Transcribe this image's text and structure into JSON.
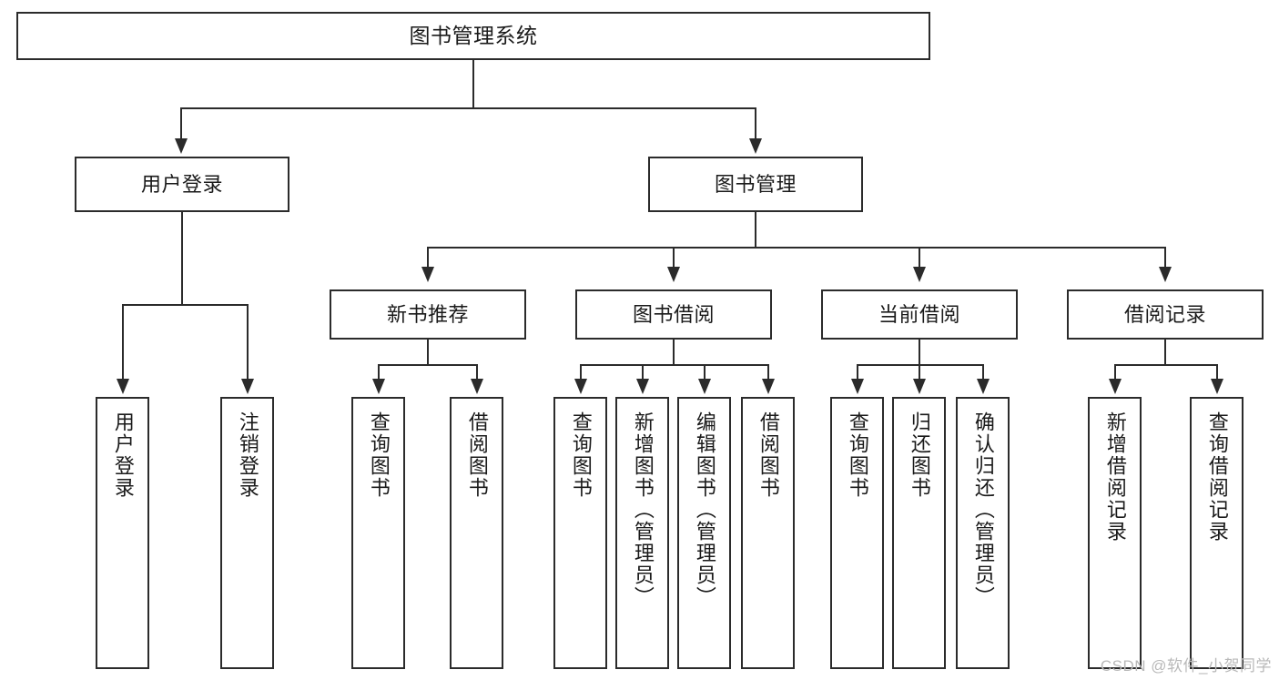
{
  "diagram": {
    "type": "tree",
    "title": "图书管理系统",
    "root": {
      "label": "图书管理系统"
    },
    "level1": [
      {
        "label": "用户登录"
      },
      {
        "label": "图书管理"
      }
    ],
    "level2": [
      {
        "label": "新书推荐"
      },
      {
        "label": "图书借阅"
      },
      {
        "label": "当前借阅"
      },
      {
        "label": "借阅记录"
      }
    ],
    "leaves": {
      "user_login": [
        {
          "label": "用户登录"
        },
        {
          "label": "注销登录"
        }
      ],
      "new_book_recommend": [
        {
          "label": "查询图书"
        },
        {
          "label": "借阅图书"
        }
      ],
      "book_borrow": [
        {
          "label": "查询图书"
        },
        {
          "label": "新增图书（管理员）"
        },
        {
          "label": "编辑图书（管理员）"
        },
        {
          "label": "借阅图书"
        }
      ],
      "current_borrow": [
        {
          "label": "查询图书"
        },
        {
          "label": "归还图书"
        },
        {
          "label": "确认归还（管理员）"
        }
      ],
      "borrow_record": [
        {
          "label": "新增借阅记录"
        },
        {
          "label": "查询借阅记录"
        }
      ]
    }
  },
  "watermark": {
    "text": "CSDN @软件_小贺同学"
  },
  "colors": {
    "box_border": "#2b2b2b",
    "box_fill": "#ffffff",
    "text": "#1a1a1a",
    "watermark": "#b9b9b9",
    "background": "#ffffff"
  }
}
